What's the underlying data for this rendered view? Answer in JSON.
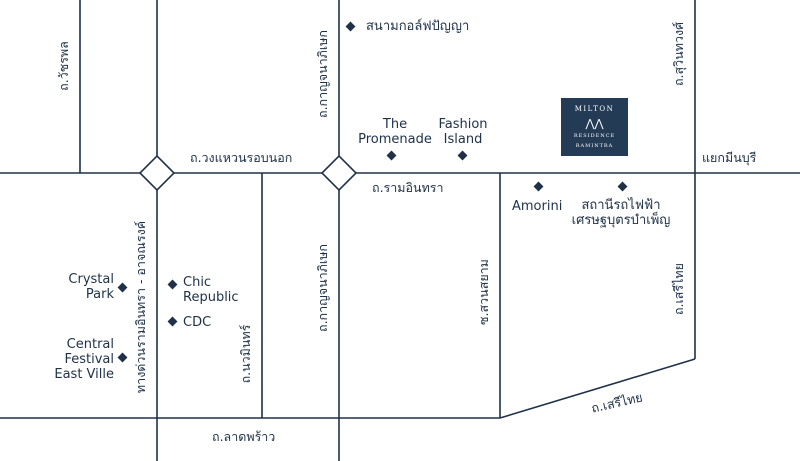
{
  "roads": {
    "outer_ring_road": "ถ.วงแหวนรอบนอก",
    "ramintra_road": "ถ.รามอินทรา",
    "watcharaphon_road": "ถ.วัชรพล",
    "kanchanaphisek_road_north": "ถ.กาญจนาภิเษก",
    "kanchanaphisek_road_south": "ถ.กาญจนาภิเษก",
    "suwinthawong_road": "ถ.สุวินทวงศ์",
    "minburi_junction": "แยกมีนบุรี",
    "ramintra_atnarong_expressway": "ทางด่วนรามอินทรา - อาจณรงค์",
    "nawamin_road": "ถ.นวมินทร์",
    "soi_suan_siam": "ซ.สวนสยาม",
    "seri_thai_road_vertical": "ถ.เสรีไทย",
    "seri_thai_road_diagonal": "ถ.เสรีไทย",
    "lat_phrao_road": "ถ.ลาดพร้าว"
  },
  "landmarks": {
    "golf_course": "สนามกอล์ฟปัญญา",
    "the_promenade": [
      "The",
      "Promenade"
    ],
    "fashion_island": [
      "Fashion",
      "Island"
    ],
    "amorini": "Amorini",
    "minburi_station": [
      "สถานีรถไฟฟ้า",
      "เศรษฐบุตรบำเพ็ญ"
    ],
    "crystal_park": [
      "Crystal",
      "Park"
    ],
    "chic_republic": [
      "Chic",
      "Republic"
    ],
    "cdc": "CDC",
    "central_festival": [
      "Central",
      "Festival",
      "East Ville"
    ]
  },
  "logo": {
    "word": "MILTON",
    "mark": "⋀⋀",
    "sub": "RESIDENCE",
    "tagline": "RAMINTRA"
  },
  "colors": {
    "road": "#1e3148",
    "text": "#1e3148",
    "logo_bg": "#243b55"
  }
}
